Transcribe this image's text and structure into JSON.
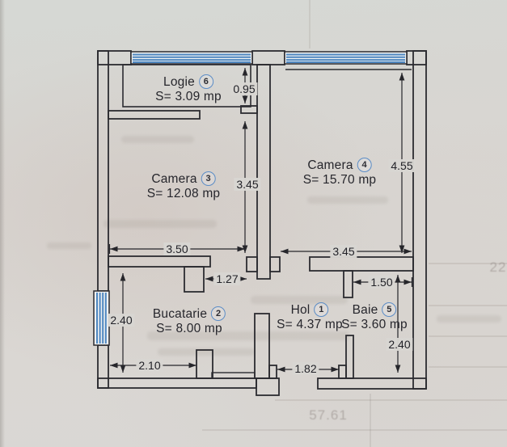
{
  "rooms": {
    "hol": {
      "name": "Hol",
      "number": "1",
      "area": "S= 4.37 mp"
    },
    "bucatarie": {
      "name": "Bucatarie",
      "number": "2",
      "area": "S= 8.00 mp"
    },
    "camera3": {
      "name": "Camera",
      "number": "3",
      "area": "S= 12.08 mp"
    },
    "camera4": {
      "name": "Camera",
      "number": "4",
      "area": "S= 15.70 mp"
    },
    "baie": {
      "name": "Baie",
      "number": "5",
      "area": "S= 3.60 mp"
    },
    "logie": {
      "name": "Logie",
      "number": "6",
      "area": "S= 3.09 mp"
    }
  },
  "dimensions": {
    "d095": "0.95",
    "d345v": "3.45",
    "d455": "4.55",
    "d350": "3.50",
    "d345h": "3.45",
    "d127": "1.27",
    "d150": "1.50",
    "d240l": "2.40",
    "d240r": "2.40",
    "d210": "2.10",
    "d182": "1.82"
  },
  "bleedthrough": {
    "value_1": "57.61",
    "value_2": "22"
  },
  "colors": {
    "window_blue": "#4d86c0",
    "circle_blue": "#5b8cc6",
    "ink": "#2a2a2e",
    "paper": "#d8d6d2"
  }
}
